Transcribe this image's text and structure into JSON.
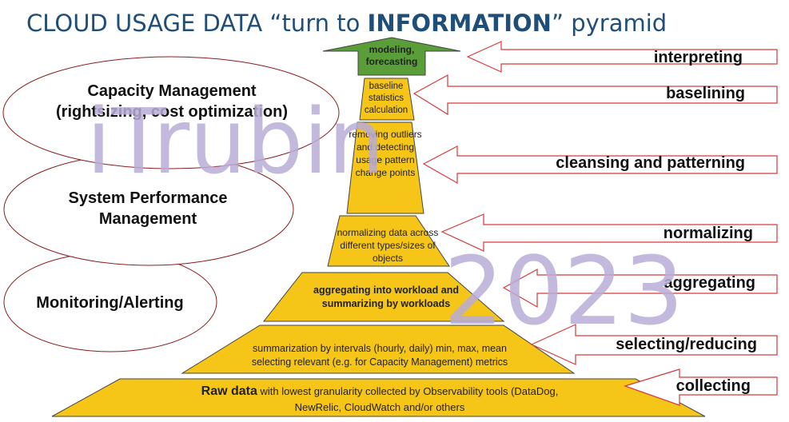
{
  "title": {
    "part1": "CLOUD USAGE DATA “turn to ",
    "part2": "INFORMATION",
    "part3": "” pyramid"
  },
  "colors": {
    "title": "#1f4e79",
    "pyramid_fill": "#f5c518",
    "top_fill": "#5a9e3a",
    "arrow_stroke": "#d63a3a",
    "watermark": "#b9add8"
  },
  "ellipses": [
    {
      "label": "Capacity Management (rightsizing, cost optimization)"
    },
    {
      "label": "System Performance Management"
    },
    {
      "label": "Monitoring/Alerting"
    }
  ],
  "levels": {
    "top": "modeling, forecasting",
    "baseline": "baseline statistics calculation",
    "outliers": "removing outliers and detecting usage pattern change points",
    "normalizing": "normalizing data across different types/sizes of objects",
    "aggregating": "aggregating into workload and summarizing by workloads",
    "summarization_line1": "summarization by intervals (hourly, daily) min, max, mean",
    "summarization_line2": "selecting relevant (e.g. for Capacity Management) metrics",
    "raw_bold": "Raw data",
    "raw_rest": " with lowest granularity collected by Observability tools (DataDog,",
    "raw_line2": "NewRelic, CloudWatch and/or others"
  },
  "arrows": [
    "interpreting",
    "baselining",
    "cleansing and patterning",
    "normalizing",
    "aggregating",
    "selecting/reducing",
    "collecting"
  ],
  "watermark": {
    "name": "iTrubin",
    "year": "2023"
  }
}
